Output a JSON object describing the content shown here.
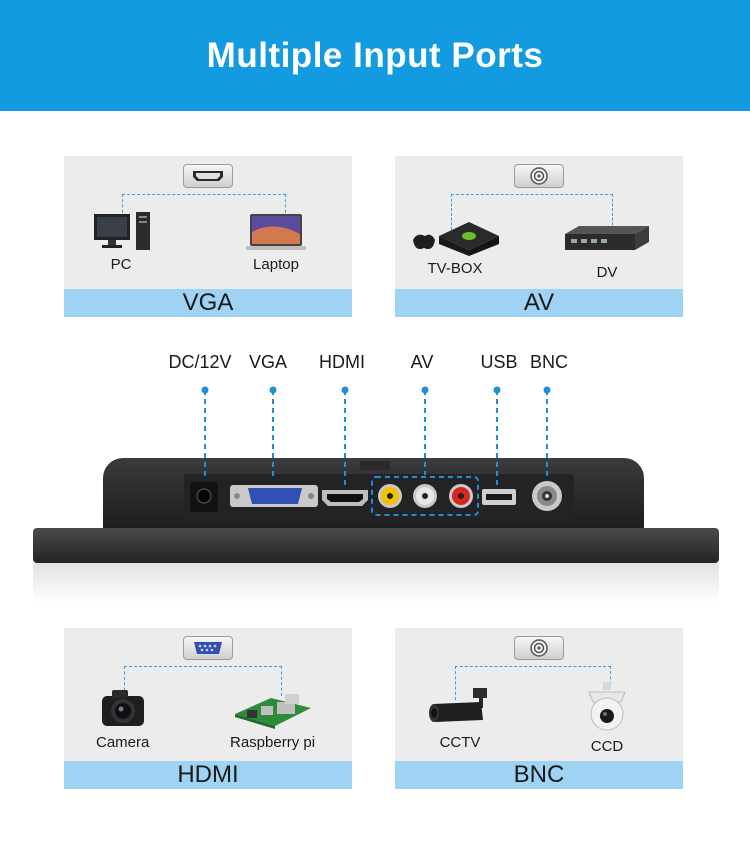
{
  "banner": {
    "title": "Multiple Input Ports"
  },
  "cards": {
    "vga": {
      "footer": "VGA",
      "left_device": "PC",
      "right_device": "Laptop"
    },
    "av": {
      "footer": "AV",
      "left_device": "TV-BOX",
      "right_device": "DV"
    },
    "hdmi": {
      "footer": "HDMI",
      "left_device": "Camera",
      "right_device": "Raspberry pi"
    },
    "bnc": {
      "footer": "BNC",
      "left_device": "CCTV",
      "right_device": "CCD"
    }
  },
  "ports": [
    "DC/12V",
    "VGA",
    "HDMI",
    "AV",
    "USB",
    "BNC"
  ],
  "colors": {
    "banner": "#129be0",
    "card_footer": "#9fd3f4",
    "dashed_line": "#1e90d8",
    "av_yellow": "#f2c200",
    "av_white": "#e8e8e8",
    "av_red": "#d8261c"
  },
  "icons": [
    "hdmi-port-icon",
    "bnc-port-icon",
    "vga-port-icon",
    "pc-icon",
    "laptop-icon",
    "xbox-icon",
    "dvr-icon",
    "camera-icon",
    "raspberry-pi-icon",
    "cctv-icon",
    "ccd-dome-icon"
  ]
}
